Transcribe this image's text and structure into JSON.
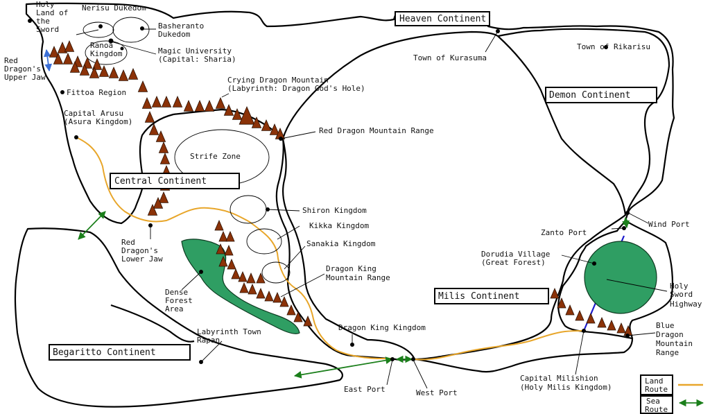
{
  "continents": {
    "heaven": "Heaven Continent",
    "demon": "Demon Continent",
    "central": "Central Continent",
    "milis": "Milis Continent",
    "begaritto": "Begaritto Continent"
  },
  "places": {
    "holy_land": [
      "Holy",
      "Land of",
      "the",
      "Sword"
    ],
    "nerisu": "Nerisu Dukedom",
    "basheranto": [
      "Basheranto",
      "Dukedom"
    ],
    "ranoa": [
      "Ranoa",
      "Kingdom"
    ],
    "magic_university": [
      "Magic University",
      "(Capital: Sharia)"
    ],
    "red_dragon_upper_jaw": [
      "Red",
      "Dragon's",
      "Upper Jaw"
    ],
    "fittoa": "Fittoa Region",
    "crying_dragon": [
      "Crying Dragon Mountain",
      "(Labyrinth: Dragon God's Hole)"
    ],
    "capital_arusu": [
      "Capital Arusu",
      "(Asura Kingdom)"
    ],
    "red_dragon_range": "Red Dragon Mountain Range",
    "strife_zone": "Strife Zone",
    "shiron": "Shiron Kingdom",
    "kikka": "Kikka Kingdom",
    "sanakia": "Sanakia Kingdom",
    "dragon_king_range": [
      "Dragon King",
      "Mountain Range"
    ],
    "red_dragon_lower_jaw": [
      "Red",
      "Dragon's",
      "Lower Jaw"
    ],
    "dense_forest": [
      "Dense",
      "Forest",
      "Area"
    ],
    "dragon_king_kingdom": "Dragon King Kingdom",
    "labyrinth_town": [
      "Labyrinth Town",
      "Rapan"
    ],
    "east_port": "East Port",
    "west_port": "West Port",
    "town_kurasuma": "Town of Kurasuma",
    "town_rikarisu": "Town of Rikarisu",
    "zanto_port": "Zanto Port",
    "wind_port": "Wind Port",
    "dorudia": [
      "Dorudia Village",
      "(Great Forest)"
    ],
    "holy_sword_highway": [
      "Holy",
      "Sword",
      "Highway"
    ],
    "blue_dragon_range": [
      "Blue",
      "Dragon",
      "Mountain",
      "Range"
    ],
    "capital_milishion": [
      "Capital Milishion",
      "(Holy Milis Kingdom)"
    ]
  },
  "legend": {
    "land_route": [
      "Land",
      "Route"
    ],
    "sea_route": [
      "Sea",
      "Route"
    ]
  },
  "colors": {
    "land_route": "#e8a62a",
    "sea_route": "#1b7f1b",
    "mountain": "#8b3208",
    "forest": "#2f9e63",
    "highway": "#1a1acc"
  }
}
